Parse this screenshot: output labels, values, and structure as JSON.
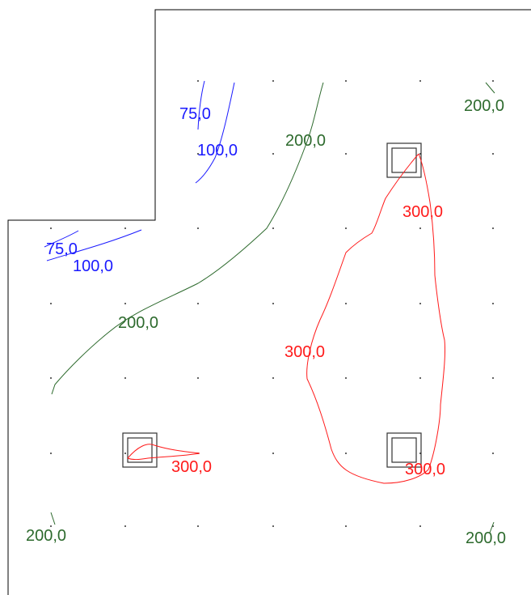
{
  "colors": {
    "blue": "#1a1aff",
    "green": "#2d6a2d",
    "red": "#ff1a1a",
    "outline": "#000000",
    "column": "#333333"
  },
  "labels": {
    "blue_75_top": "75,0",
    "blue_100_top": "100,0",
    "blue_75_left": "75,0",
    "blue_100_left": "100,0",
    "green_200_top_mid": "200,0",
    "green_200_top_right": "200,0",
    "green_200_left": "200,0",
    "green_200_bottom_left": "200,0",
    "green_200_bottom_right": "200,0",
    "red_300_top": "300,0",
    "red_300_middle": "300,0",
    "red_300_bottom_right": "300,0",
    "red_300_bottom_left": "300,0"
  }
}
